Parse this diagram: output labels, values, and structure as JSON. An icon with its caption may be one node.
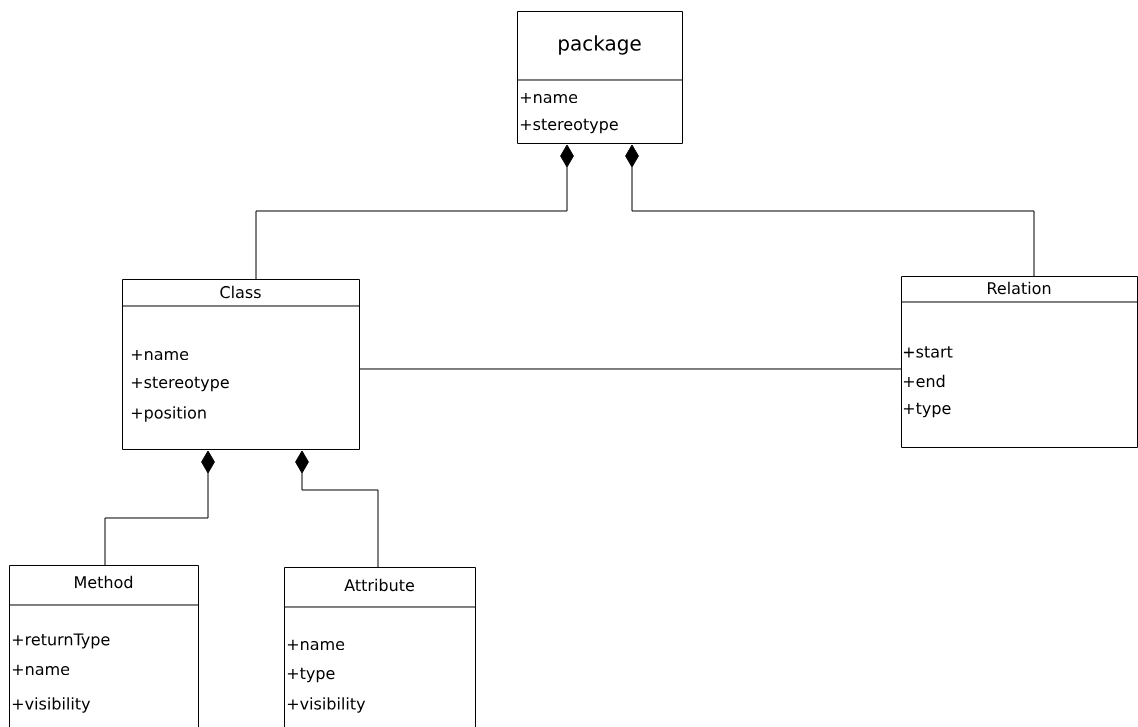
{
  "diagram": {
    "nodes": [
      {
        "text": [
          "package",
          "+name",
          "+stereotype"
        ]
      },
      {
        "text": [
          "Class",
          "+name",
          "+stereotype",
          "+position"
        ]
      },
      {
        "text": [
          "Relation",
          "+start",
          "+end",
          "+type"
        ]
      },
      {
        "text": [
          "Method",
          "+returnType",
          "+name",
          "+visibility"
        ]
      },
      {
        "text": [
          "Attribute",
          "+name",
          "+type",
          "+visibility"
        ]
      }
    ],
    "edges": [
      {
        "from": 1,
        "to": 0,
        "arrow": "other"
      },
      {
        "from": 2,
        "to": 0,
        "arrow": "other"
      },
      {
        "from": 1,
        "to": 2,
        "arrow": "none"
      },
      {
        "from": 3,
        "to": 1,
        "arrow": "other"
      },
      {
        "from": 4,
        "to": 1,
        "arrow": "other"
      }
    ]
  }
}
